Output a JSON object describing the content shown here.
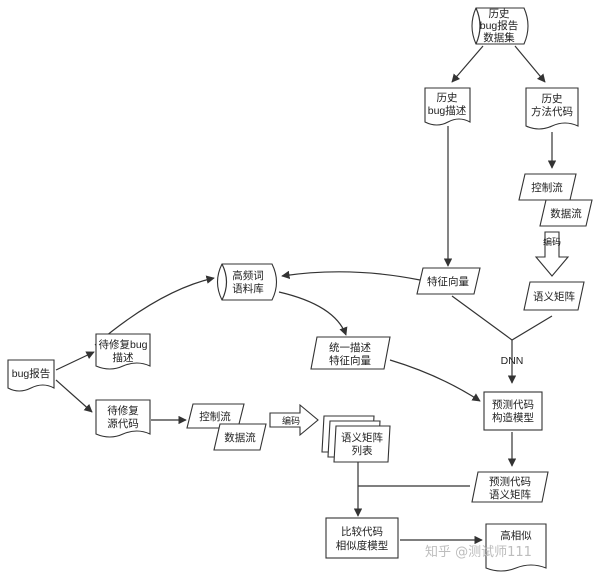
{
  "nodes": {
    "hist_dataset": [
      "历史",
      "bug报告",
      "数据集"
    ],
    "hist_bug_desc": [
      "历史",
      "bug描述"
    ],
    "hist_method_code": [
      "历史",
      "方法代码"
    ],
    "ctrl_flow_top": "控制流",
    "data_flow_top": "数据流",
    "encode_top": "编码",
    "feature_vector": "特征向量",
    "semantic_matrix_top": "语义矩阵",
    "high_freq_corpus": [
      "高频词",
      "语料库"
    ],
    "bug_report": "bug报告",
    "pending_bug_desc": [
      "待修复bug",
      "描述"
    ],
    "pending_source_code": [
      "待修复",
      "源代码"
    ],
    "unified_vector": [
      "统一描述",
      "特征向量"
    ],
    "dnn": "DNN",
    "predict_model": [
      "预测代码",
      "构造模型"
    ],
    "ctrl_flow_bottom": "控制流",
    "data_flow_bottom": "数据流",
    "encode_bottom": "编码",
    "semantic_matrix_list": [
      "语义矩阵",
      "列表"
    ],
    "predict_code_matrix": [
      "预测代码",
      "语义矩阵"
    ],
    "compare_model": [
      "比较代码",
      "相似度模型"
    ],
    "high_similarity": [
      "高相似"
    ]
  },
  "watermark": "知乎 @测试师111"
}
